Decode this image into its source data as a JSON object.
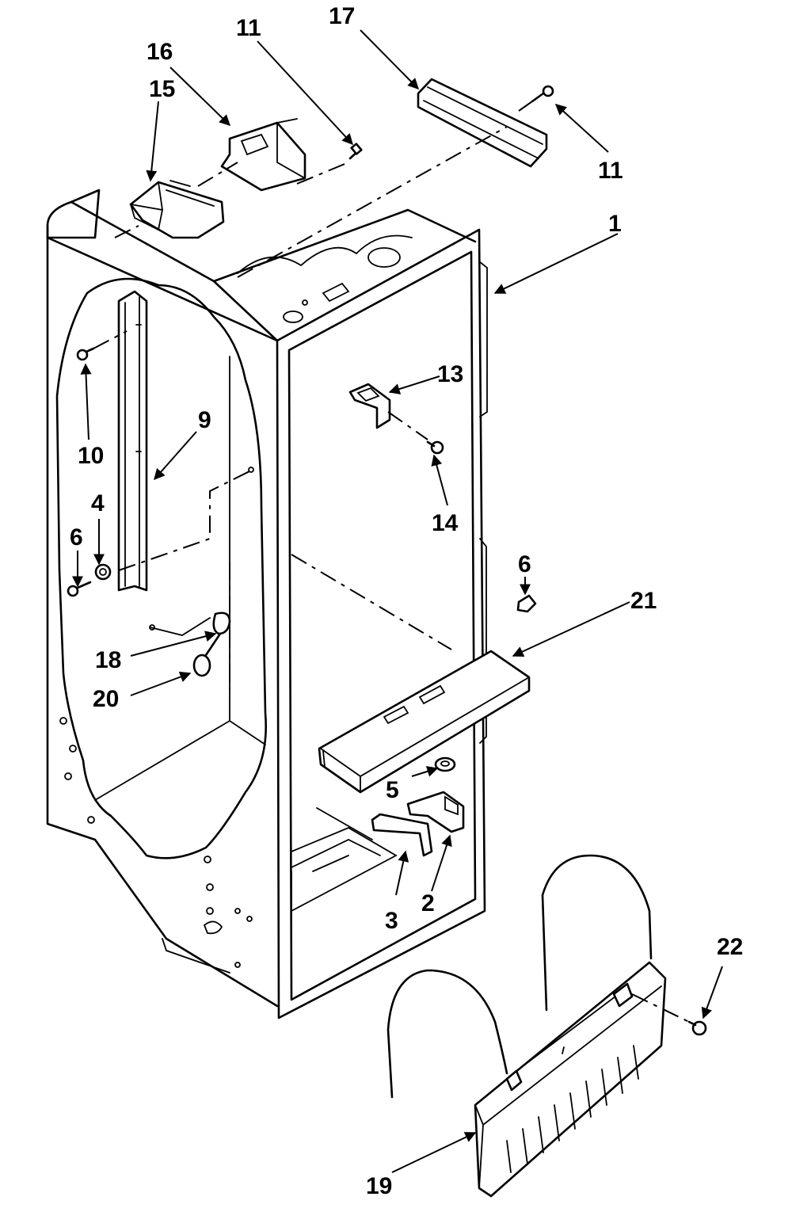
{
  "callouts": [
    {
      "id": "1",
      "text": "1"
    },
    {
      "id": "2",
      "text": "2"
    },
    {
      "id": "3",
      "text": "3"
    },
    {
      "id": "4",
      "text": "4"
    },
    {
      "id": "5",
      "text": "5"
    },
    {
      "id": "6a",
      "text": "6"
    },
    {
      "id": "6b",
      "text": "6"
    },
    {
      "id": "9",
      "text": "9"
    },
    {
      "id": "10",
      "text": "10"
    },
    {
      "id": "11a",
      "text": "11"
    },
    {
      "id": "11b",
      "text": "11"
    },
    {
      "id": "13",
      "text": "13"
    },
    {
      "id": "14",
      "text": "14"
    },
    {
      "id": "15",
      "text": "15"
    },
    {
      "id": "16",
      "text": "16"
    },
    {
      "id": "17",
      "text": "17"
    },
    {
      "id": "18",
      "text": "18"
    },
    {
      "id": "19",
      "text": "19"
    },
    {
      "id": "20",
      "text": "20"
    },
    {
      "id": "21",
      "text": "21"
    },
    {
      "id": "22",
      "text": "22"
    }
  ],
  "colors": {
    "ink": "#000000",
    "paper": "#ffffff"
  }
}
